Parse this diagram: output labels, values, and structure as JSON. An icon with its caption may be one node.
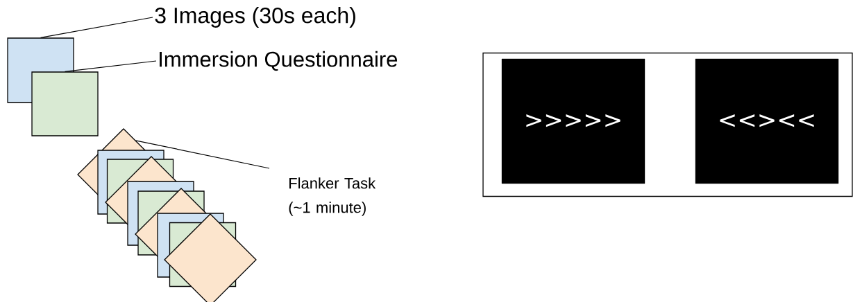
{
  "diagram": {
    "nodes": [
      {
        "text": [
          "3 Images (30s each)"
        ]
      },
      {
        "text": [],
        "shape": "box"
      },
      {
        "text": [
          "Immersion Questionnaire"
        ]
      },
      {
        "text": [],
        "shape": "box"
      },
      {
        "text": [
          "Flanker Task (~1 minute)"
        ]
      },
      {
        "text": [],
        "shape": "picture"
      },
      {
        "text": [],
        "shape": "box"
      },
      {
        "text": [
          ">>>>>"
        ],
        "in": 6
      },
      {
        "text": [
          "<<><<"
        ],
        "in": 6
      }
    ],
    "edges": [
      {
        "from": 0,
        "to": 1,
        "arrow": "none"
      },
      {
        "from": 2,
        "to": 3,
        "arrow": "none"
      },
      {
        "from": 4,
        "to": 5,
        "arrow": "none"
      }
    ]
  }
}
